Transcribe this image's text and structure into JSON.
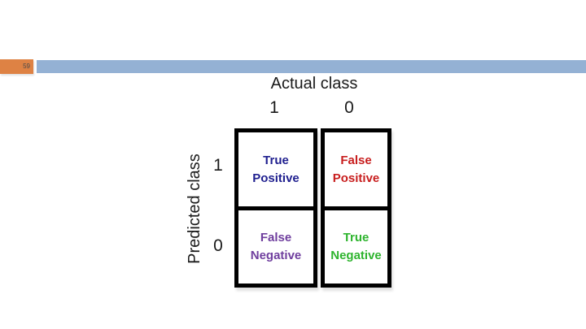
{
  "theme": {
    "accent_orange": "#de8244",
    "accent_blue": "#94b1d4",
    "grid_border": "#000000"
  },
  "header": {
    "page_number": "59"
  },
  "confusion_matrix": {
    "column_axis_title": "Actual class",
    "row_axis_title": "Predicted class",
    "column_labels": [
      "1",
      "0"
    ],
    "row_labels": [
      "1",
      "0"
    ],
    "cells": {
      "true_positive": {
        "text": "True\nPositive",
        "color": "#1f1f8f"
      },
      "false_positive": {
        "text": "False\nPositive",
        "color": "#c81e1e"
      },
      "false_negative": {
        "text": "False\nNegative",
        "color": "#6f3e9e"
      },
      "true_negative": {
        "text": "True\nNegative",
        "color": "#2eb42e"
      }
    }
  }
}
